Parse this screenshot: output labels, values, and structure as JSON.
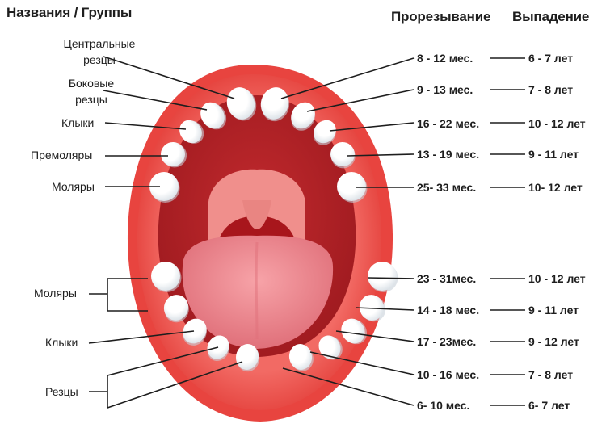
{
  "headers": {
    "names": "Названия / Группы",
    "eruption": "Прорезывание",
    "loss": "Выпадение"
  },
  "left_labels": [
    {
      "text": "Центральные\nрезцы"
    },
    {
      "text": "Боковые\nрезцы"
    },
    {
      "text": "Клыки"
    },
    {
      "text": "Премоляры"
    },
    {
      "text": "Моляры"
    },
    {
      "text": "Моляры"
    },
    {
      "text": "Клыки"
    },
    {
      "text": "Резцы"
    }
  ],
  "upper_rows": [
    {
      "eruption": "8 - 12 мес.",
      "loss": "6 - 7 лет"
    },
    {
      "eruption": "9 - 13 мес.",
      "loss": "7 - 8 лет"
    },
    {
      "eruption": "16 - 22 мес.",
      "loss": "10 - 12 лет"
    },
    {
      "eruption": "13 - 19 мес.",
      "loss": "9 - 11 лет"
    },
    {
      "eruption": "25- 33 мес.",
      "loss": "10- 12 лет"
    }
  ],
  "lower_rows": [
    {
      "eruption": "23 - 31мес.",
      "loss": "10 - 12 лет"
    },
    {
      "eruption": "14 - 18 мес.",
      "loss": "9 - 11 лет"
    },
    {
      "eruption": "17 - 23мес.",
      "loss": "9 - 12 лет"
    },
    {
      "eruption": "10 - 16 мес.",
      "loss": "7 - 8 лет"
    },
    {
      "eruption": "6- 10 мес.",
      "loss": "6- 7 лет"
    }
  ],
  "colors": {
    "lip_outer": "#e8443f",
    "lip_inner": "#f26a64",
    "mouth_dark": "#b61f24",
    "palate": "#f08f8c",
    "tongue": "#f28e94",
    "tongue_dark": "#d9545c",
    "tooth": "#ffffff",
    "tooth_shadow": "#dfe5ea",
    "line": "#1e1e1e"
  }
}
